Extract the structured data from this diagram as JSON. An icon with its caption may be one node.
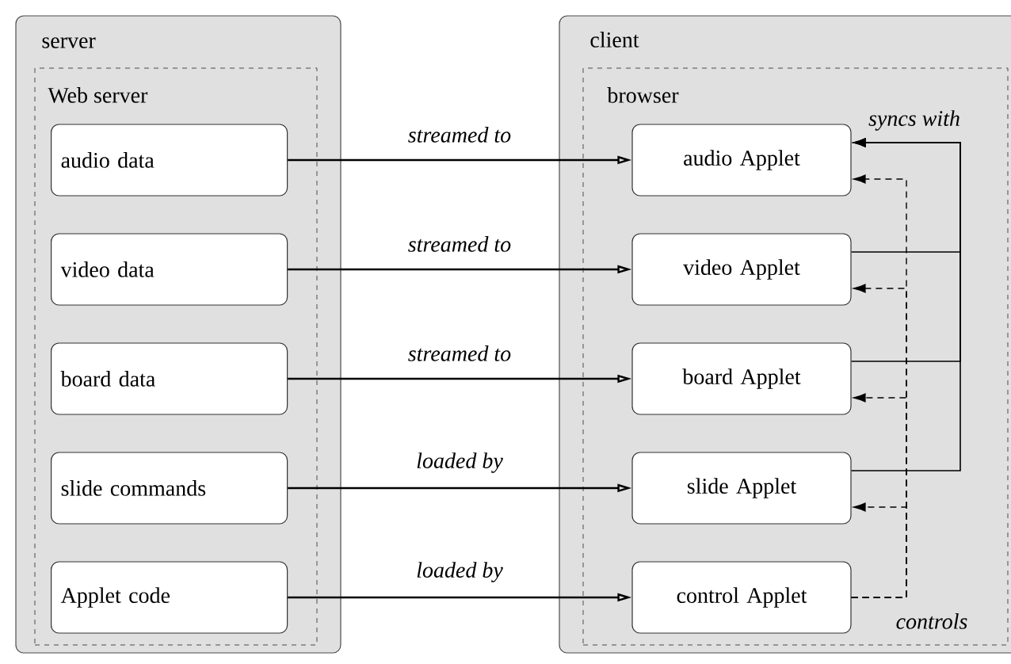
{
  "diagram": {
    "nodes": [
      {
        "text": [
          "server"
        ]
      },
      {
        "text": [
          "Web server"
        ],
        "in": 0
      },
      {
        "text": [
          "audio data"
        ],
        "in": 1
      },
      {
        "text": [
          "video data"
        ],
        "in": 1
      },
      {
        "text": [
          "board data"
        ],
        "in": 1
      },
      {
        "text": [
          "slide commands"
        ],
        "in": 1
      },
      {
        "text": [
          "Applet code"
        ],
        "in": 1
      },
      {
        "text": [
          "client"
        ]
      },
      {
        "text": [
          "browser"
        ],
        "in": 7
      },
      {
        "text": [
          "audio Applet"
        ],
        "in": 8
      },
      {
        "text": [
          "video Applet"
        ],
        "in": 8
      },
      {
        "text": [
          "board Applet"
        ],
        "in": 8
      },
      {
        "text": [
          "slide Applet"
        ],
        "in": 8
      },
      {
        "text": [
          "control Applet"
        ],
        "in": 8
      }
    ],
    "edges": [
      {
        "from": 2,
        "to": 9,
        "arrow": "to",
        "label": "streamed to"
      },
      {
        "from": 3,
        "to": 10,
        "arrow": "to",
        "label": "streamed to"
      },
      {
        "from": 4,
        "to": 11,
        "arrow": "to",
        "label": "streamed to"
      },
      {
        "from": 5,
        "to": 12,
        "arrow": "to",
        "label": "loaded by"
      },
      {
        "from": 6,
        "to": 13,
        "arrow": "to",
        "label": "loaded by"
      },
      {
        "from": 10,
        "to": 9,
        "arrow": "to",
        "label": "syncs with"
      },
      {
        "from": 11,
        "to": 9,
        "arrow": "to"
      },
      {
        "from": 12,
        "to": 9,
        "arrow": "to"
      },
      {
        "from": 13,
        "to": 9,
        "arrow": "to",
        "style": "dashed",
        "label": "controls"
      },
      {
        "from": 13,
        "to": 10,
        "arrow": "to",
        "style": "dashed"
      },
      {
        "from": 13,
        "to": 11,
        "arrow": "to",
        "style": "dashed"
      },
      {
        "from": 13,
        "to": 12,
        "arrow": "to",
        "style": "dashed"
      }
    ]
  }
}
